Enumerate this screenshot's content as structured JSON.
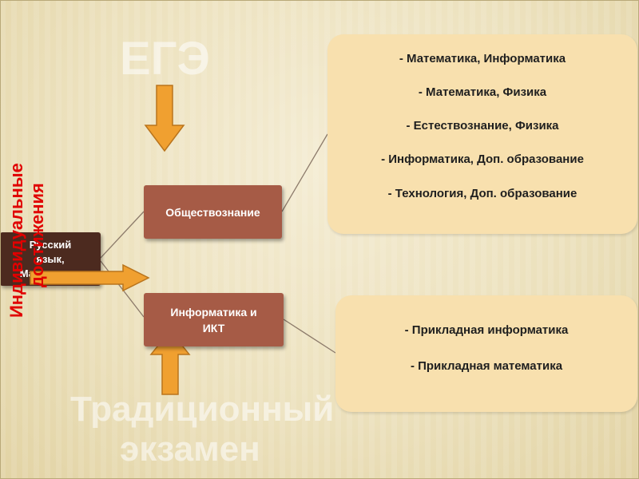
{
  "watermarks": {
    "ege": "ЕГЭ",
    "traditional_line1": "Традиционный",
    "traditional_line2": "экзамен"
  },
  "vertical_label": {
    "line1": "Индивидуальные",
    "line2": "достижения"
  },
  "root_box": {
    "line1": "Русский",
    "line2": "язык,",
    "line3": "Математика"
  },
  "branch_boxes": {
    "social": "Обществознание",
    "informatics_line1": "Информатика и",
    "informatics_line2": "ИКТ"
  },
  "upper_panel": {
    "items": [
      "- Математика, Информатика",
      "- Математика, Физика",
      "- Естествознание, Физика",
      "- Информатика, Доп. образование",
      "- Технология, Доп. образование"
    ]
  },
  "lower_panel": {
    "items": [
      "- Прикладная информатика",
      "- Прикладная математика"
    ]
  },
  "colors": {
    "box_fill": "#a65b46",
    "root_fill": "#4c2a1f",
    "panel_fill": "#f8e0ae",
    "arrow_fill": "#f0a030",
    "arrow_stroke": "#b9741c",
    "vertical_text": "#e00000"
  }
}
